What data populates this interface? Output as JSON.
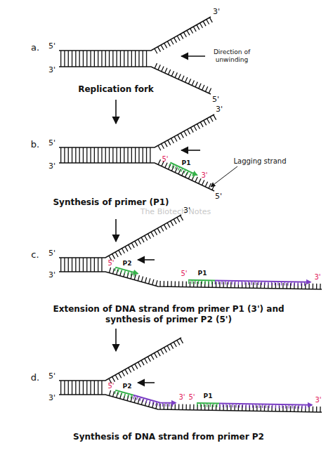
{
  "diagram": {
    "labels": [
      "a.",
      "5'",
      "3'",
      "3'",
      "Direction of unwinding",
      "5'",
      "Replication fork",
      "b.",
      "5'",
      "3'",
      "3'",
      "5'",
      "P1",
      "3'",
      "Lagging strand",
      "5'",
      "Synthesis of primer (P1)",
      "The Biotech Notes",
      "c.",
      "5'",
      "3'",
      "3'",
      "5'",
      "P2",
      "5'",
      "P1",
      "3'",
      "Extension of DNA strand from primer P1 (3') and synthesis of primer P2 (5')",
      "d.",
      "5'",
      "3'",
      "5'",
      "P2",
      "3'",
      "5'",
      "P1",
      "3'",
      "Synthesis of DNA strand from primer P2"
    ]
  }
}
